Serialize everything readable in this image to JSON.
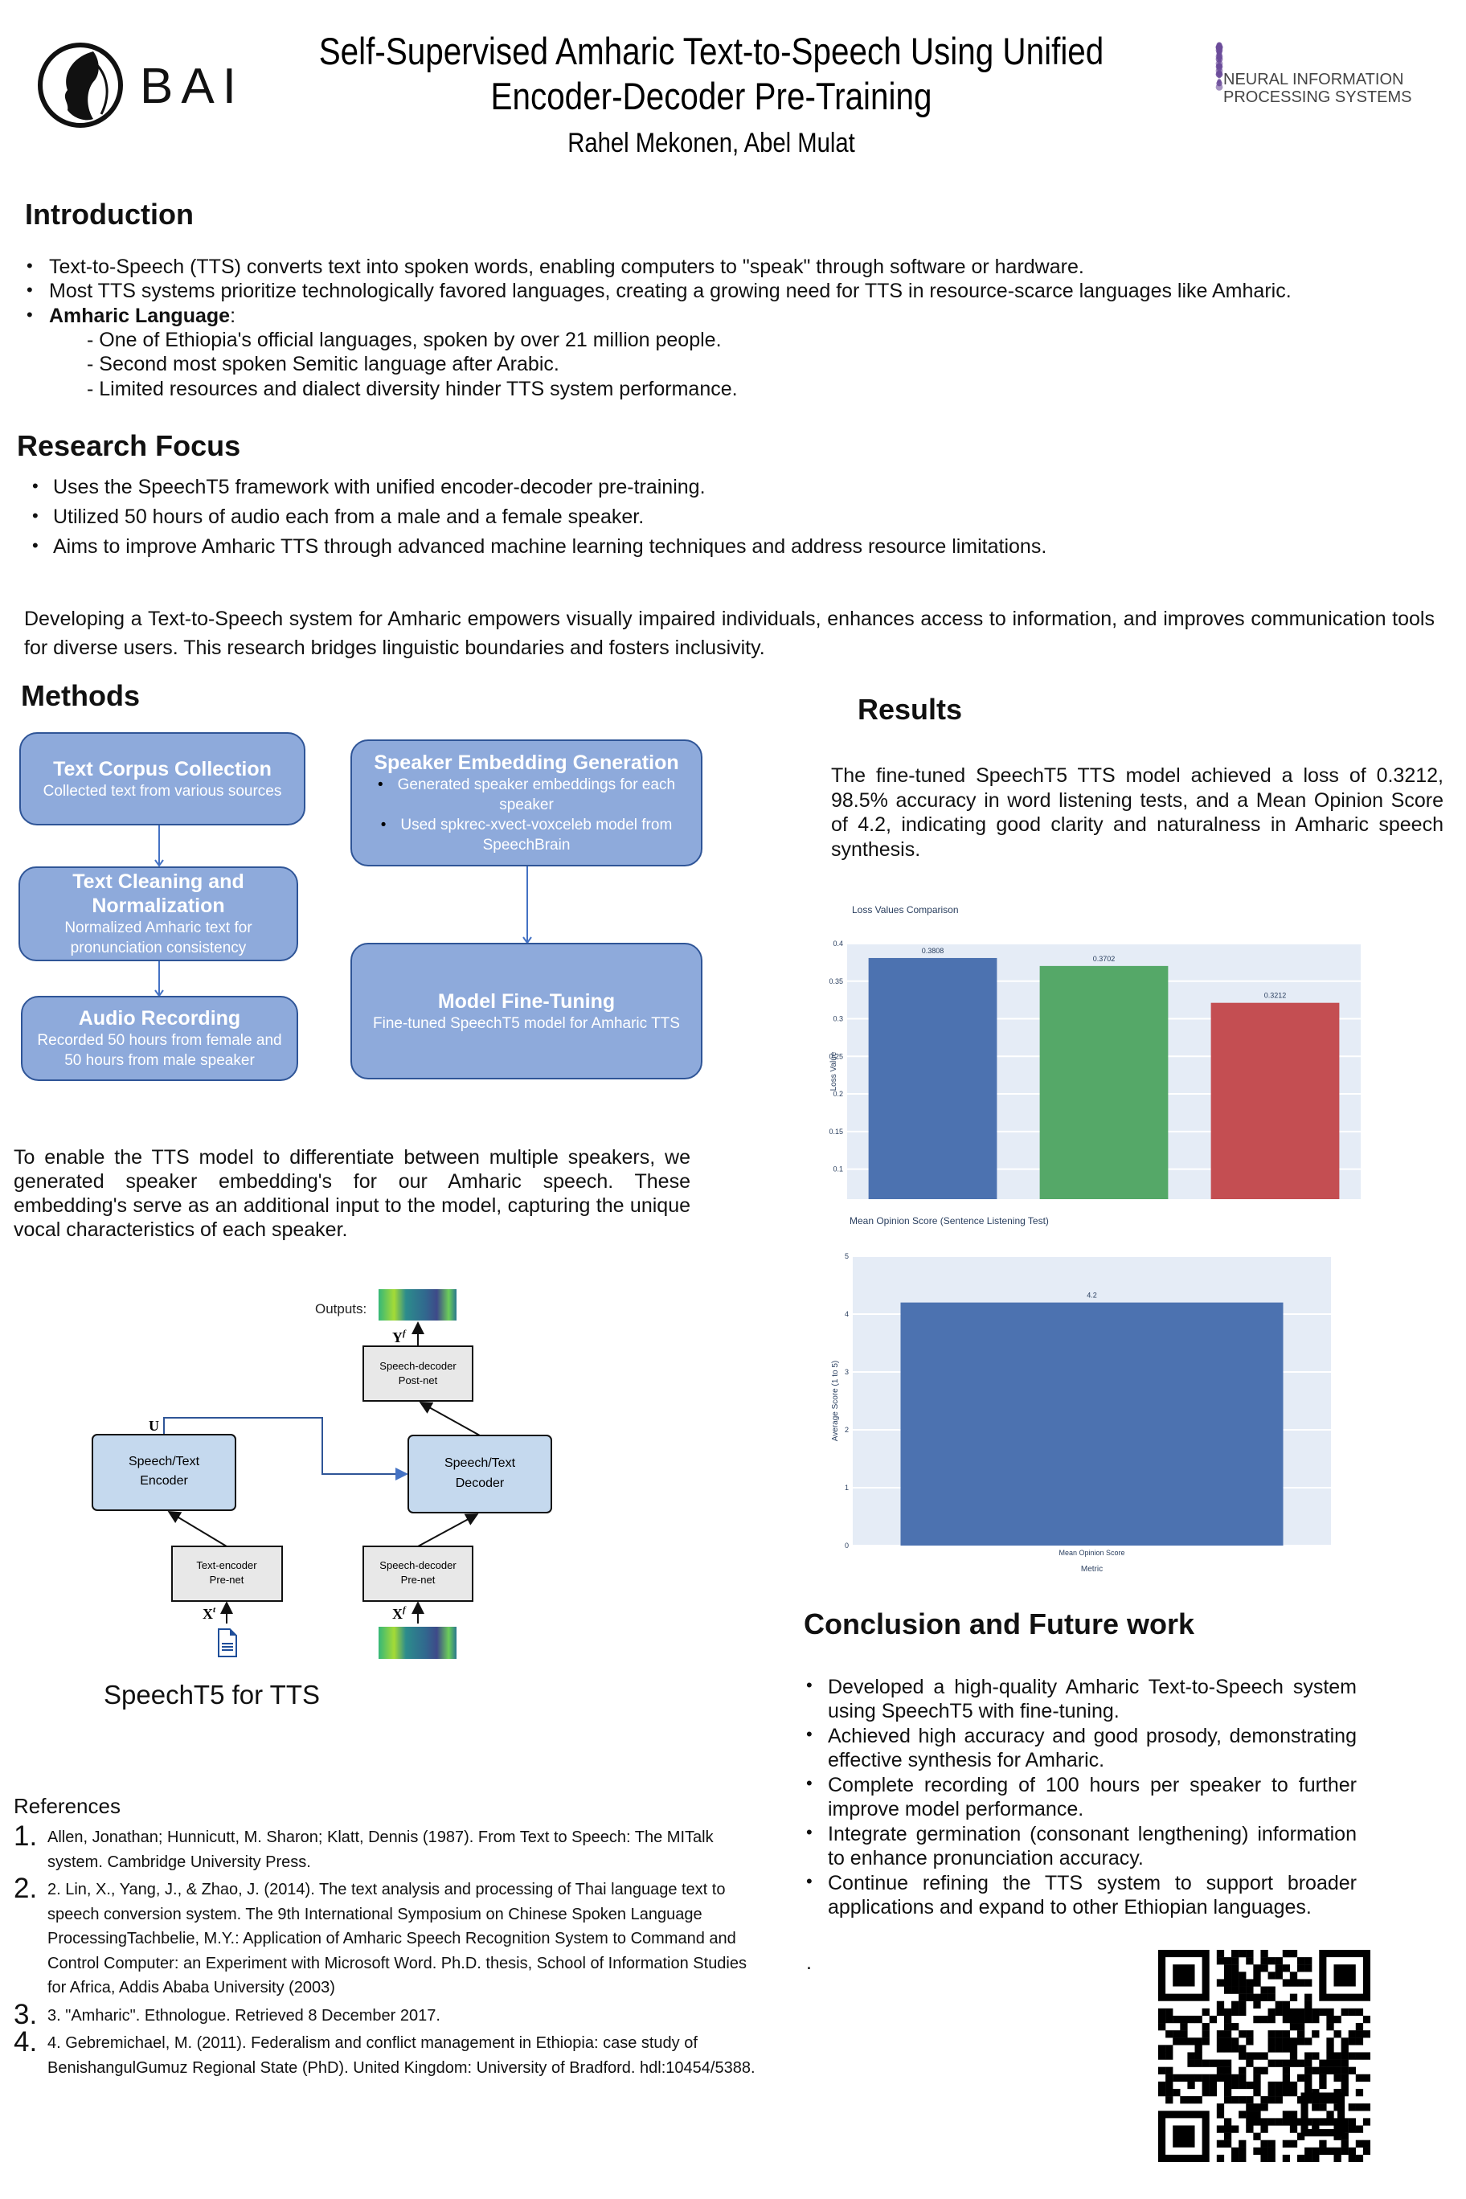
{
  "header": {
    "title_line1": "Self-Supervised Amharic Text-to-Speech Using Unified",
    "title_line2": "Encoder-Decoder Pre-Training",
    "authors": "Rahel Mekonen, Abel Mulat",
    "left_logo": "BAI",
    "right_logo_line1": "NEURAL INFORMATION",
    "right_logo_line2": "PROCESSING SYSTEMS"
  },
  "introduction": {
    "heading": "Introduction",
    "bullets": [
      "Text-to-Speech (TTS) converts text into spoken words, enabling computers to \"speak\" through software or hardware.",
      "Most TTS systems prioritize technologically favored languages, creating a growing need for TTS in resource-scarce languages like Amharic."
    ],
    "amharic_label": "Amharic Language",
    "amharic_colon": ":",
    "sub_items": [
      "- One of Ethiopia's official languages, spoken by over 21 million people.",
      "- Second most spoken Semitic language after Arabic.",
      "- Limited resources and dialect diversity hinder TTS system performance."
    ]
  },
  "research_focus": {
    "heading": "Research Focus",
    "bullets": [
      "Uses the SpeechT5 framework with unified encoder-decoder pre-training.",
      "Utilized 50 hours of audio each from a male and a female speaker.",
      "Aims to improve Amharic TTS through advanced machine learning techniques and address resource limitations."
    ],
    "paragraph": "Developing a Text-to-Speech system for Amharic empowers visually impaired individuals, enhances access to information, and improves communication tools for diverse users. This research bridges linguistic boundaries and fosters inclusivity."
  },
  "methods": {
    "heading": "Methods",
    "flow": {
      "text_corpus": {
        "title": "Text Corpus Collection",
        "desc": "Collected text from various sources"
      },
      "text_cleaning": {
        "title": "Text Cleaning and Normalization",
        "desc": "Normalized Amharic text for pronunciation consistency"
      },
      "audio_recording": {
        "title": "Audio Recording",
        "desc": "Recorded 50 hours from female and 50 hours from male speaker"
      },
      "speaker_embedding": {
        "title": "Speaker Embedding Generation",
        "bullets": [
          "Generated speaker embeddings for each speaker",
          "Used spkrec-xvect-voxceleb model from SpeechBrain"
        ]
      },
      "fine_tuning": {
        "title": "Model Fine-Tuning",
        "desc": "Fine-tuned SpeechT5 model for Amharic TTS"
      }
    },
    "paragraph": "To enable the TTS model to differentiate between multiple speakers, we generated speaker embedding's for our Amharic speech. These embedding's serve as an additional input to the model, capturing the unique vocal characteristics of each speaker.",
    "diagram": {
      "outputs_label": "Outputs:",
      "yf": "Y",
      "f_sup": "f",
      "u_label": "U",
      "xt": "X",
      "t_sup": "t",
      "xf": "X",
      "encoder": [
        "Speech/Text",
        "Encoder"
      ],
      "decoder": [
        "Speech/Text",
        "Decoder"
      ],
      "text_prenet": [
        "Text-encoder",
        "Pre-net"
      ],
      "speech_prenet": [
        "Speech-decoder",
        "Pre-net"
      ],
      "postnet": [
        "Speech-decoder",
        "Post-net"
      ]
    },
    "caption": "SpeechT5 for TTS"
  },
  "references": {
    "heading": "References",
    "numbers": [
      "1.",
      "2.",
      "3.",
      "4."
    ],
    "items": [
      "Allen, Jonathan; Hunnicutt, M. Sharon; Klatt, Dennis (1987). From Text to Speech: The MITalk system. Cambridge University Press.",
      "2. Lin, X., Yang, J., & Zhao, J. (2014). The text analysis and processing of Thai language text to speech conversion system. The 9th International Symposium on Chinese Spoken Language ProcessingTachbelie, M.Y.: Application of Amharic Speech Recognition System to Command and Control Computer: an Experiment with Microsoft Word. Ph.D. thesis, School of Information Studies for Africa, Addis Ababa University (2003)",
      " 3. \"Amharic\". Ethnologue. Retrieved 8 December 2017.",
      "4. Gebremichael, M. (2011). Federalism and conflict management in Ethiopia: case study of BenishangulGumuz Regional State (PhD). United Kingdom: University of Bradford. hdl:10454/5388."
    ]
  },
  "results": {
    "heading": "Results",
    "paragraph": "The fine-tuned SpeechT5 TTS model achieved a loss of 0.3212, 98.5% accuracy in word listening tests, and a Mean Opinion Score of 4.2, indicating good clarity and naturalness in Amharic speech synthesis."
  },
  "chart_data": [
    {
      "type": "bar",
      "title": "Loss Values Comparison",
      "xlabel": "",
      "ylabel": "Loss Value",
      "categories": [
        "",
        "",
        " "
      ],
      "values": [
        0.3808,
        0.3702,
        0.3212
      ],
      "labels": [
        "0.3808",
        "0.3702",
        "0.3212"
      ],
      "colors": [
        "#4c72b0",
        "#55a868",
        "#c44e52"
      ],
      "yticks": [
        0.1,
        0.15,
        0.2,
        0.25,
        0.3,
        0.35,
        0.4
      ],
      "ytick_labels": [
        "0.1",
        "0.15",
        "0.2",
        "0.25",
        "0.3",
        "0.35",
        "0.4"
      ],
      "ylim": [
        0.06,
        0.4
      ],
      "grid": true
    },
    {
      "type": "bar",
      "title": "Mean Opinion Score (Sentence Listening Test)",
      "xlabel": "Metric",
      "ylabel": "Average Score (1 to 5)",
      "categories": [
        "Mean Opinion Score"
      ],
      "values": [
        4.2
      ],
      "labels": [
        "4.2"
      ],
      "colors": [
        "#4c72b0"
      ],
      "yticks": [
        0,
        1,
        2,
        3,
        4,
        5
      ],
      "ytick_labels": [
        "0",
        "1",
        "2",
        "3",
        "4",
        "5"
      ],
      "ylim": [
        0,
        5
      ],
      "grid": true
    }
  ],
  "conclusion": {
    "heading": "Conclusion and Future work",
    "bullets": [
      "Developed a high-quality Amharic Text-to-Speech system using SpeechT5 with fine-tuning.",
      "Achieved high accuracy and good prosody, demonstrating effective synthesis for Amharic.",
      "Complete recording of 100 hours per speaker to further improve model performance.",
      "Integrate germination (consonant lengthening) information to enhance pronunciation accuracy.",
      "Continue refining the TTS system to support broader applications and expand to other Ethiopian languages."
    ],
    "trailing_dot": "."
  },
  "colors": {
    "flow_fill": "#8eaadb",
    "flow_border": "#2f5597",
    "plot_bg": "#e5ecf6",
    "logo_purple": "#6b4c9a"
  }
}
